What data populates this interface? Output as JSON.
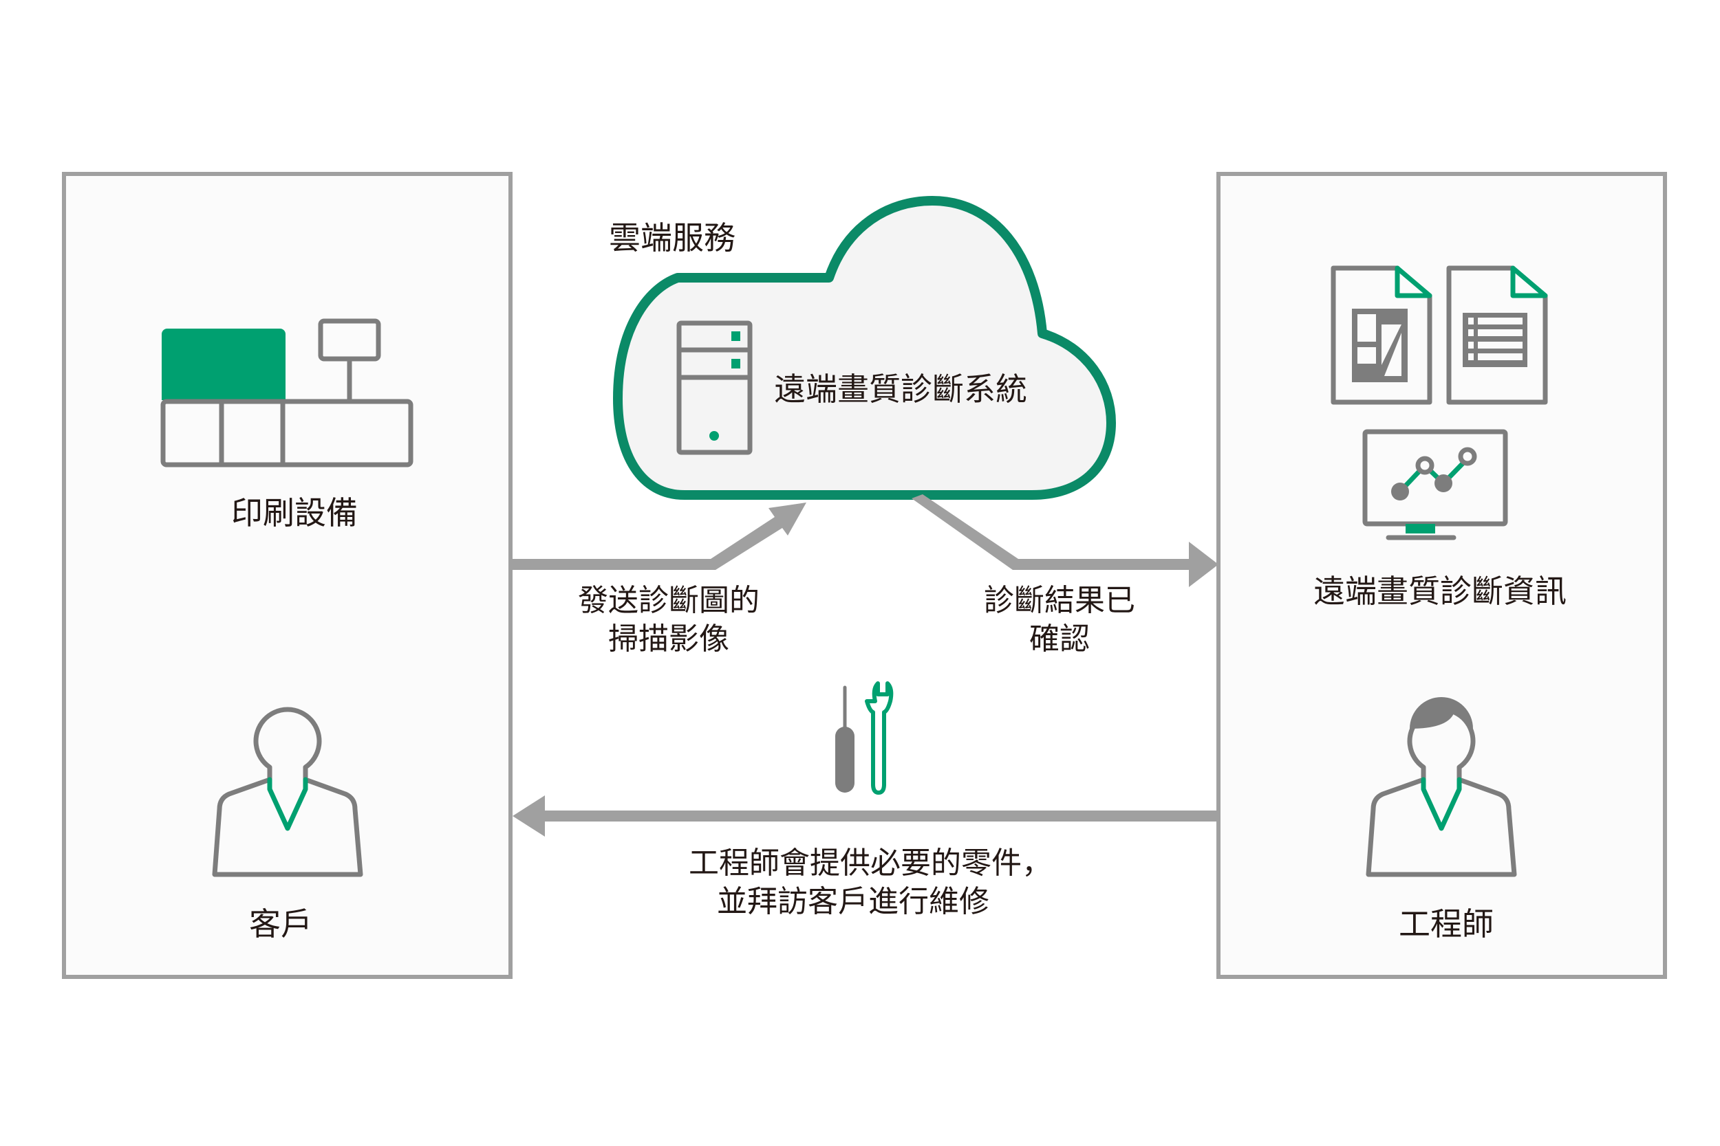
{
  "diagram": {
    "colors": {
      "accent_green": "#00a070",
      "cloud_border": "#0b8a67",
      "icon_gray": "#7d7d7d",
      "arrow_gray": "#a0a0a0",
      "panel_border": "#a0a0a0",
      "text": "#231815"
    },
    "customer_panel": {
      "equipment_label": "印刷設備",
      "equipment_icon": "printing-equipment-icon",
      "person_label": "客戶",
      "person_icon": "customer-person-icon"
    },
    "cloud": {
      "title": "雲端服務",
      "system_label": "遠端畫質診斷系統",
      "server_icon": "server-icon"
    },
    "engineer_panel": {
      "info_label": "遠端畫質診斷資訊",
      "info_icons": [
        "chart-document-icon",
        "table-document-icon",
        "line-chart-monitor-icon"
      ],
      "person_label": "工程師",
      "person_icon": "engineer-person-icon"
    },
    "flows": {
      "send_scan": {
        "lines": [
          "發送診斷圖的",
          "掃描影像"
        ]
      },
      "result_confirmed": {
        "lines": [
          "診斷結果已",
          "確認"
        ]
      },
      "engineer_visit": {
        "lines": [
          "工程師會提供必要的零件，",
          "並拜訪客戶進行維修"
        ],
        "icon": "screwdriver-wrench-icon"
      }
    }
  }
}
